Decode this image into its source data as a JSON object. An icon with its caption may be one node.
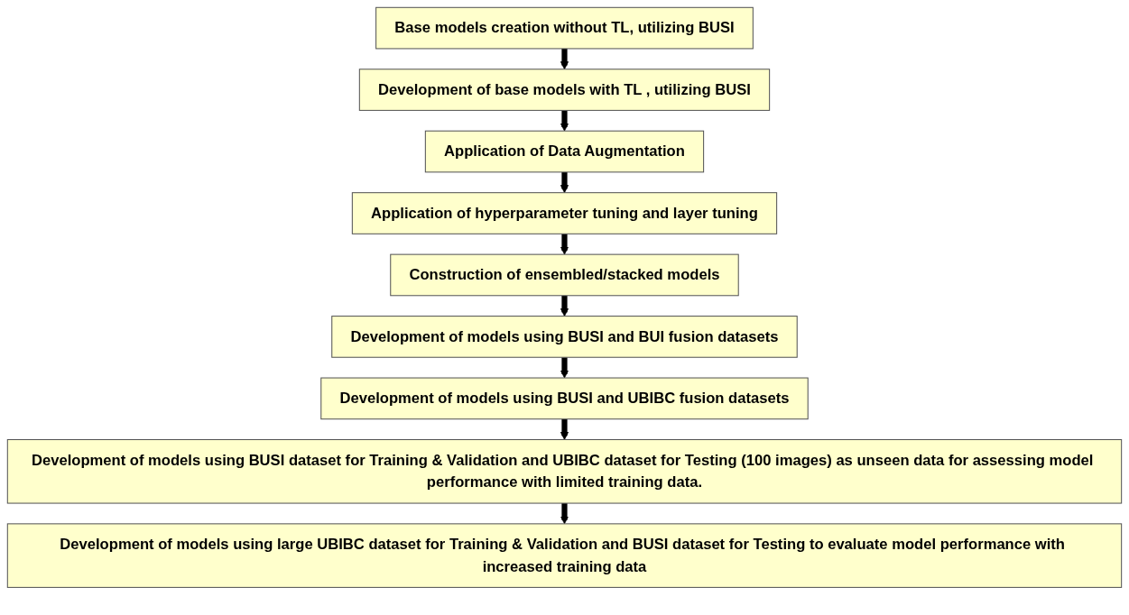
{
  "diagram": {
    "nodes": [
      {
        "text": [
          "Base models creation without TL, utilizing BUSI"
        ]
      },
      {
        "text": [
          "Development of base models with TL , utilizing BUSI"
        ]
      },
      {
        "text": [
          "Application of Data Augmentation"
        ]
      },
      {
        "text": [
          "Application of hyperparameter tuning and layer tuning"
        ]
      },
      {
        "text": [
          "Construction of ensembled/stacked models"
        ]
      },
      {
        "text": [
          "Development of models using BUSI and BUI fusion datasets"
        ]
      },
      {
        "text": [
          "Development of models using BUSI and UBIBC fusion datasets"
        ]
      },
      {
        "text": [
          "Development of models using BUSI dataset for Training & Validation and UBIBC dataset for Testing (100 images) as unseen data for assessing model performance with limited training data."
        ]
      },
      {
        "text": [
          "Development of models using large UBIBC dataset for Training & Validation and BUSI dataset for Testing to evaluate model performance with increased training data"
        ]
      }
    ],
    "edges": [
      {
        "from": 0,
        "to": 1,
        "arrow": "to"
      },
      {
        "from": 1,
        "to": 2,
        "arrow": "to"
      },
      {
        "from": 2,
        "to": 3,
        "arrow": "to"
      },
      {
        "from": 3,
        "to": 4,
        "arrow": "to"
      },
      {
        "from": 4,
        "to": 5,
        "arrow": "to"
      },
      {
        "from": 5,
        "to": 6,
        "arrow": "to"
      },
      {
        "from": 6,
        "to": 7,
        "arrow": "to"
      },
      {
        "from": 7,
        "to": 8,
        "arrow": "to"
      }
    ]
  }
}
